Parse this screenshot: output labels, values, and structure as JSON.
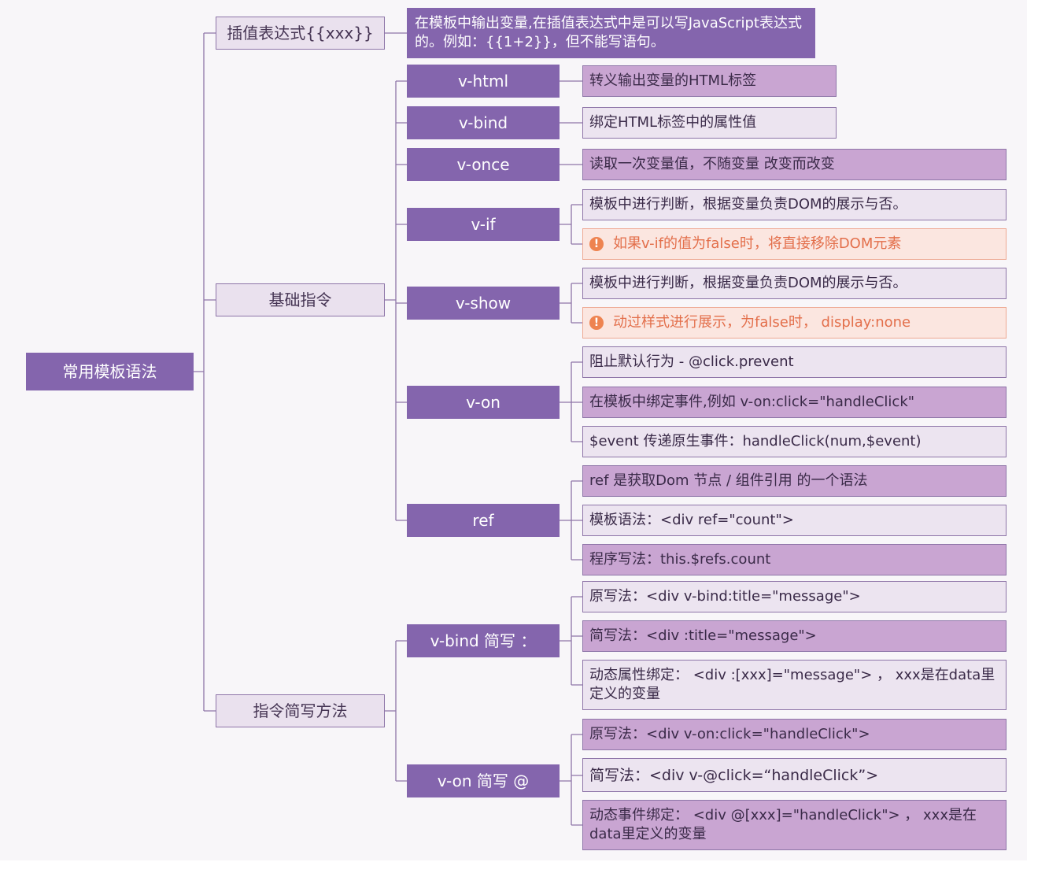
{
  "root": "常用模板语法",
  "sections": {
    "interpolation": {
      "label": "插值表达式{{xxx}}",
      "note": "在模板中输出变量,在插值表达式中是可以写JavaScript表达式的。例如：{{1+2}}，但不能写语句。"
    },
    "basic": {
      "label": "基础指令",
      "items": [
        {
          "label": "v-html",
          "notes": [
            "转义输出变量的HTML标签"
          ]
        },
        {
          "label": "v-bind",
          "notes": [
            "绑定HTML标签中的属性值"
          ]
        },
        {
          "label": "v-once",
          "notes": [
            "读取一次变量值，不随变量 改变而改变"
          ]
        },
        {
          "label": "v-if",
          "notes": [
            "模板中进行判断，根据变量负责DOM的展示与否。",
            "如果v-if的值为false时，将直接移除DOM元素"
          ]
        },
        {
          "label": "v-show",
          "notes": [
            "模板中进行判断，根据变量负责DOM的展示与否。",
            "动过样式进行展示，为false时， display:none"
          ]
        },
        {
          "label": "v-on",
          "notes": [
            "阻止默认行为 -  @click.prevent",
            "在模板中绑定事件,例如 v-on:click=\"handleClick\"",
            "$event 传递原生事件：handleClick(num,$event)"
          ]
        },
        {
          "label": "ref",
          "notes": [
            "ref 是获取Dom 节点 / 组件引用  的一个语法",
            "模板语法：<div ref=\"count\">",
            "程序写法：this.$refs.count"
          ]
        }
      ]
    },
    "shorthand": {
      "label": "指令简写方法",
      "items": [
        {
          "label": "v-bind  简写  ：",
          "notes": [
            "原写法：<div v-bind:title=\"message\">",
            "简写法：<div :title=\"message\">",
            "动态属性绑定：  <div  :[xxx]=\"message\"> ，  xxx是在data里定义的变量"
          ]
        },
        {
          "label": "v-on   简写 @",
          "notes": [
            "原写法：<div v-on:click=\"handleClick\">",
            "简写法：<div v-@click=“handleClick”>",
            "动态事件绑定：  <div  @[xxx]=\"handleClick\"> ，  xxx是在data里定义的变量"
          ]
        }
      ]
    }
  },
  "warning_icon": "exclamation-circle-icon",
  "colors": {
    "primary": "#8465ad",
    "light_fill": "#ece4f0",
    "mid_fill": "#c9a5d2",
    "warn_fill": "#fbe6e0",
    "warn_text": "#e36f4b",
    "line": "#8e75a8"
  }
}
